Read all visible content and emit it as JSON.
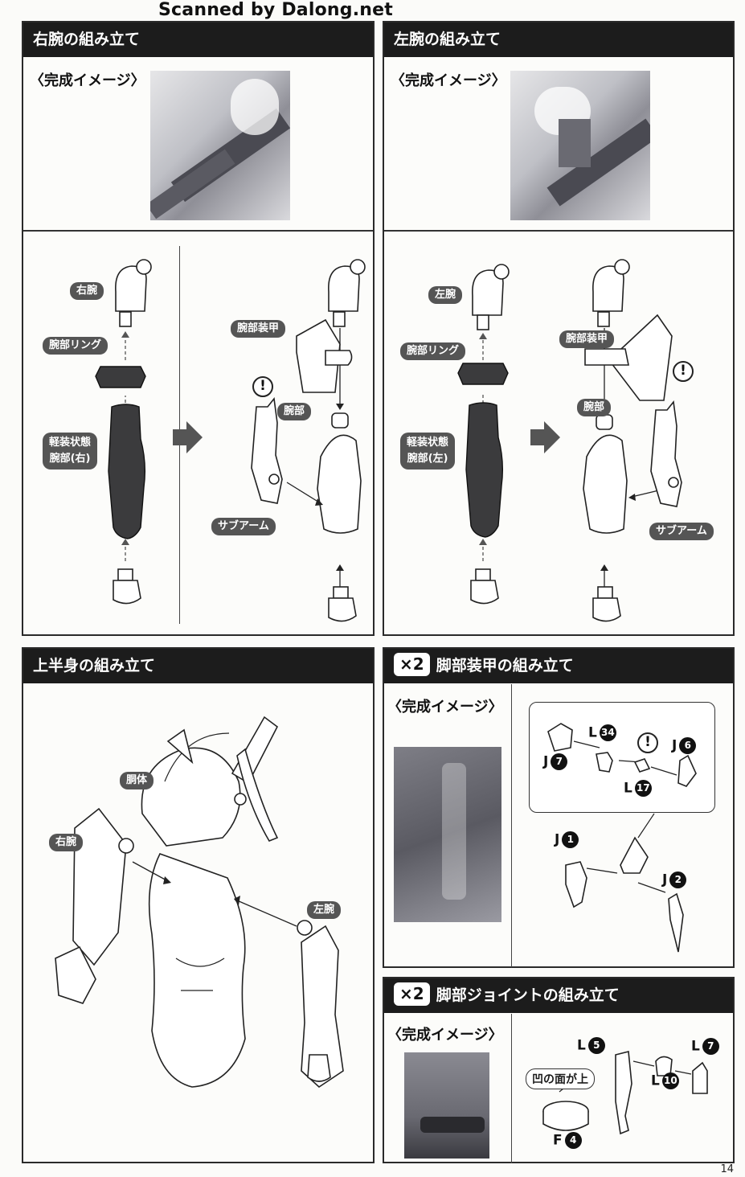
{
  "watermark": "Scanned by Dalong.net",
  "page_number": "14",
  "sections": {
    "right_arm": {
      "title": "右腕の組み立て",
      "preview_label": "〈完成イメージ〉",
      "labels": {
        "upper_arm": "右腕",
        "arm_ring": "腕部リング",
        "light_arm_line1": "軽装状態",
        "light_arm_line2": "腕部(右)",
        "arm_armor": "腕部装甲",
        "forearm": "腕部",
        "sub_arm": "サブアーム"
      }
    },
    "left_arm": {
      "title": "左腕の組み立て",
      "preview_label": "〈完成イメージ〉",
      "labels": {
        "upper_arm": "左腕",
        "arm_ring": "腕部リング",
        "light_arm_line1": "軽装状態",
        "light_arm_line2": "腕部(左)",
        "arm_armor": "腕部装甲",
        "forearm": "腕部",
        "sub_arm": "サブアーム"
      }
    },
    "upper_body": {
      "title": "上半身の組み立て",
      "labels": {
        "torso": "胴体",
        "right_arm": "右腕",
        "left_arm": "左腕"
      }
    },
    "leg_armor": {
      "multiplier": "×2",
      "title": "脚部装甲の組み立て",
      "preview_label": "〈完成イメージ〉",
      "parts": [
        {
          "runner": "L",
          "number": "34"
        },
        {
          "runner": "J",
          "number": "6"
        },
        {
          "runner": "J",
          "number": "7"
        },
        {
          "runner": "L",
          "number": "17"
        },
        {
          "runner": "J",
          "number": "1"
        },
        {
          "runner": "J",
          "number": "2"
        }
      ]
    },
    "leg_joint": {
      "multiplier": "×2",
      "title": "脚部ジョイントの組み立て",
      "preview_label": "〈完成イメージ〉",
      "note": "凹の面が上",
      "parts": [
        {
          "runner": "L",
          "number": "5"
        },
        {
          "runner": "L",
          "number": "7"
        },
        {
          "runner": "L",
          "number": "10"
        },
        {
          "runner": "F",
          "number": "4"
        }
      ]
    }
  },
  "caution_mark": "!"
}
